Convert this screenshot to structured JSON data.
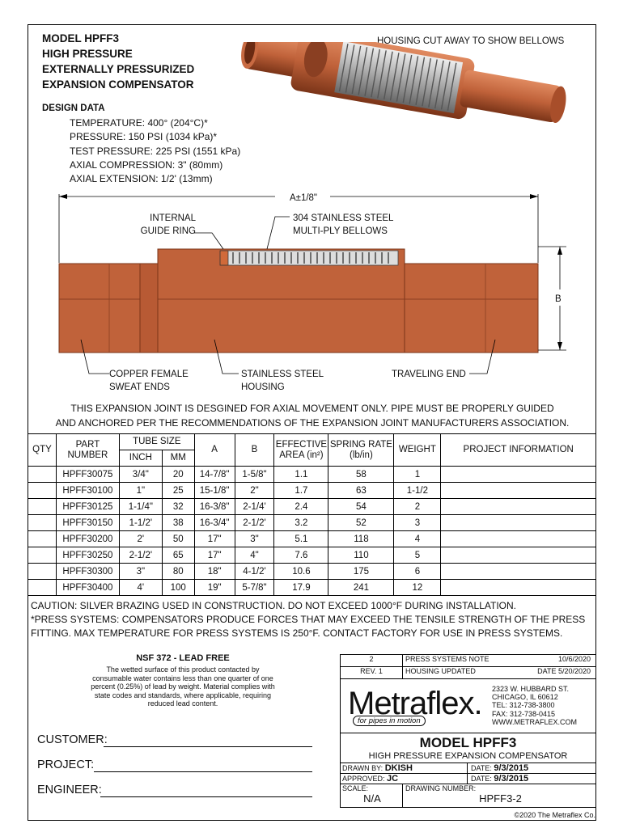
{
  "title": {
    "lines": [
      "MODEL HPFF3",
      "HIGH PRESSURE",
      "EXTERNALLY PRESSURIZED",
      "EXPANSION COMPENSATOR"
    ]
  },
  "housing_note": "HOUSING CUT AWAY TO SHOW BELLOWS",
  "design_data": {
    "heading": "DESIGN DATA",
    "items": [
      "TEMPERATURE: 400° (204°C)*",
      "PRESSURE: 150 PSI (1034 kPa)*",
      "TEST PRESSURE: 225 PSI (1551 kPa)",
      "AXIAL COMPRESSION: 3\" (80mm)",
      "AXIAL EXTENSION: 1/2' (13mm)"
    ]
  },
  "diagram": {
    "dim_a": "A±1/8\"",
    "dim_b": "B",
    "guide_ring": [
      "INTERNAL",
      "GUIDE RING"
    ],
    "bellows": [
      "304 STAINLESS STEEL",
      "MULTI-PLY BELLOWS"
    ],
    "copper_ends": [
      "COPPER FEMALE",
      "SWEAT ENDS"
    ],
    "housing": [
      "STAINLESS STEEL",
      "HOUSING"
    ],
    "traveling_end": "TRAVELING END",
    "colors": {
      "copper": "#c0623a",
      "copper_dark": "#8a3f22",
      "steel": "#b8b8b8"
    }
  },
  "note": [
    "THIS EXPANSION JOINT IS DESGINED FOR AXIAL MOVEMENT ONLY. PIPE MUST BE PROPERLY GUIDED",
    "AND ANCHORED PER THE RECOMMENDATIONS OF THE EXPANSION JOINT MANUFACTURERS ASSOCIATION."
  ],
  "table": {
    "headers": {
      "qty": "QTY",
      "part": "PART NUMBER",
      "tube_size": "TUBE SIZE",
      "inch": "INCH",
      "mm": "MM",
      "a": "A",
      "b": "B",
      "area": "EFFECTIVE AREA (in²)",
      "spring": "SPRING RATE (lb/in)",
      "weight": "WEIGHT",
      "project": "PROJECT INFORMATION"
    },
    "rows": [
      {
        "part": "HPFF30075",
        "inch": "3/4\"",
        "mm": "20",
        "a": "14-7/8\"",
        "b": "1-5/8\"",
        "area": "1.1",
        "spring": "58",
        "weight": "1"
      },
      {
        "part": "HPFF30100",
        "inch": "1\"",
        "mm": "25",
        "a": "15-1/8\"",
        "b": "2\"",
        "area": "1.7",
        "spring": "63",
        "weight": "1-1/2"
      },
      {
        "part": "HPFF30125",
        "inch": "1-1/4\"",
        "mm": "32",
        "a": "16-3/8\"",
        "b": "2-1/4'",
        "area": "2.4",
        "spring": "54",
        "weight": "2"
      },
      {
        "part": "HPFF30150",
        "inch": "1-1/2'",
        "mm": "38",
        "a": "16-3/4\"",
        "b": "2-1/2'",
        "area": "3.2",
        "spring": "52",
        "weight": "3"
      },
      {
        "part": "HPFF30200",
        "inch": "2'",
        "mm": "50",
        "a": "17\"",
        "b": "3\"",
        "area": "5.1",
        "spring": "118",
        "weight": "4"
      },
      {
        "part": "HPFF30250",
        "inch": "2-1/2'",
        "mm": "65",
        "a": "17\"",
        "b": "4\"",
        "area": "7.6",
        "spring": "110",
        "weight": "5"
      },
      {
        "part": "HPFF30300",
        "inch": "3\"",
        "mm": "80",
        "a": "18\"",
        "b": "4-1/2'",
        "area": "10.6",
        "spring": "175",
        "weight": "6"
      },
      {
        "part": "HPFF30400",
        "inch": "4'",
        "mm": "100",
        "a": "19\"",
        "b": "5-7/8\"",
        "area": "17.9",
        "spring": "241",
        "weight": "12"
      }
    ]
  },
  "caution": [
    "CAUTION: SILVER BRAZING USED IN CONSTRUCTION. DO NOT EXCEED 1000°F DURING INSTALLATION.",
    "*PRESS SYSTEMS: COMPENSATORS PRODUCE FORCES THAT MAY EXCEED THE TENSILE STRENGTH OF THE PRESS",
    "FITTING. MAX TEMPERATURE FOR PRESS SYSTEMS IS 250°F. CONTACT FACTORY FOR USE IN PRESS SYSTEMS."
  ],
  "nsf": {
    "title": "NSF 372 - LEAD FREE",
    "body": "The wetted surface of this product contacted by consumable water contains less than one quarter of one percent (0.25%) of lead by weight. Material complies with state codes and standards, where applicable, requiring reduced lead content."
  },
  "fields": {
    "customer": "CUSTOMER:",
    "project": "PROJECT:",
    "engineer": "ENGINEER:"
  },
  "title_block": {
    "rev2_num": "2",
    "rev2_desc": "PRESS SYSTEMS NOTE",
    "rev2_date": "10/6/2020",
    "rev_label": "REV. 1",
    "rev1_desc": "HOUSING UPDATED",
    "rev1_date": "DATE 5/20/2020",
    "logo": "Metraflex.",
    "tagline": "for pipes in motion",
    "address": [
      "2323 W. HUBBARD ST.",
      "CHICAGO, IL 60612",
      "TEL: 312-738-3800",
      "FAX: 312-738-0415",
      "WWW.METRAFLEX.COM"
    ],
    "model": "MODEL HPFF3",
    "model_sub": "HIGH PRESSURE EXPANSION COMPENSATOR",
    "drawn_by_label": "DRAWN BY:",
    "drawn_by": "DKISH",
    "date_label": "DATE:",
    "drawn_date": "9/3/2015",
    "approved_label": "APPROVED:",
    "approved": "JC",
    "approved_date": "9/3/2015",
    "scale_label": "SCALE:",
    "scale": "N/A",
    "drawing_number_label": "DRAWING NUMBER:",
    "drawing_number": "HPFF3-2"
  },
  "copyright": "©2020 The Metraflex Co."
}
